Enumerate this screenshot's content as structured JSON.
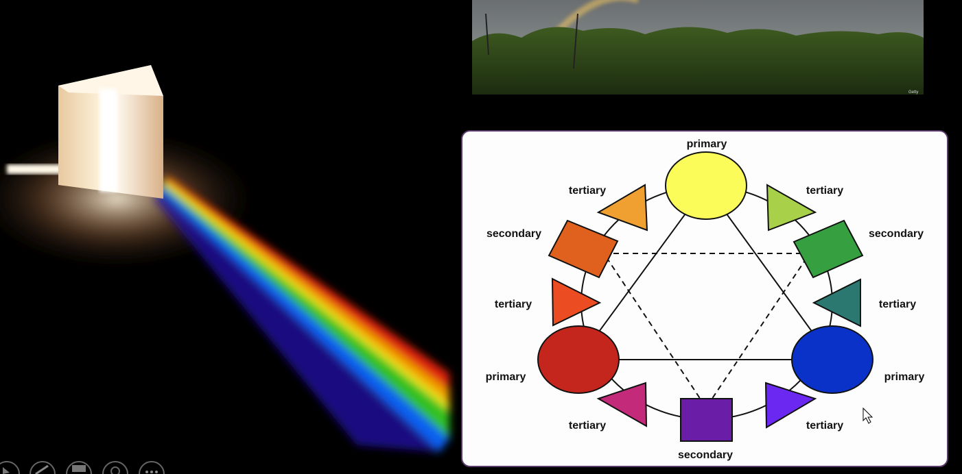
{
  "photo_credit": "Getty",
  "color_wheel": {
    "labels": {
      "top": "primary",
      "top_left_tertiary": "tertiary",
      "top_right_tertiary": "tertiary",
      "left_secondary": "secondary",
      "right_secondary": "secondary",
      "left_tertiary": "tertiary",
      "right_tertiary": "tertiary",
      "left_primary": "primary",
      "right_primary": "primary",
      "bottom_left_tertiary": "tertiary",
      "bottom_right_tertiary": "tertiary",
      "bottom_secondary": "secondary"
    },
    "colors": {
      "yellow": "#fbfb5a",
      "yellow_orange": "#f0a030",
      "orange": "#e0601e",
      "red_orange": "#ec4c22",
      "red": "#c4261e",
      "red_violet": "#c42a7a",
      "violet": "#6a1ea8",
      "blue_violet": "#6a28f0",
      "blue": "#0a32c8",
      "blue_green": "#2a7870",
      "green": "#36a040",
      "yellow_green": "#a8d048"
    }
  },
  "controls": [
    "previous-icon",
    "pen-icon",
    "slides-icon",
    "zoom-icon",
    "more-icon"
  ]
}
